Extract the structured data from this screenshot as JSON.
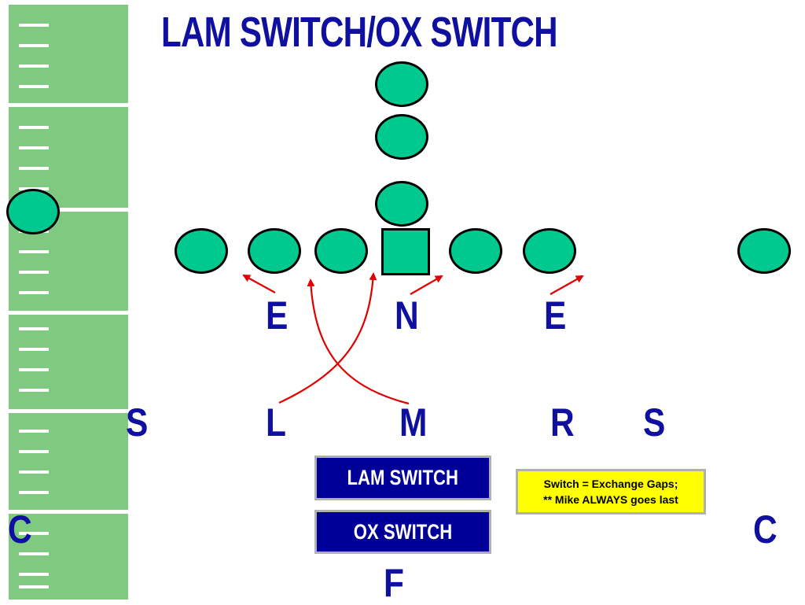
{
  "title": "LAM SWITCH/OX SWITCH",
  "labels": {
    "end_left": "E",
    "nose": "N",
    "end_right": "E",
    "sam_left": "S",
    "lb_l": "L",
    "lb_m": "M",
    "lb_r": "R",
    "sam_right": "S",
    "corner_left": "C",
    "corner_right": "C",
    "free_safety": "F"
  },
  "buttons": {
    "lam_switch": "LAM SWITCH",
    "ox_switch": "OX SWITCH"
  },
  "note": {
    "line1": "Switch = Exchange Gaps;",
    "line2": "** Mike ALWAYS goes last"
  },
  "colors": {
    "field": "#80c980",
    "player": "#00c990",
    "label": "#1010a0",
    "route": "#e00000",
    "button": "#000099",
    "note": "#ffff00"
  }
}
